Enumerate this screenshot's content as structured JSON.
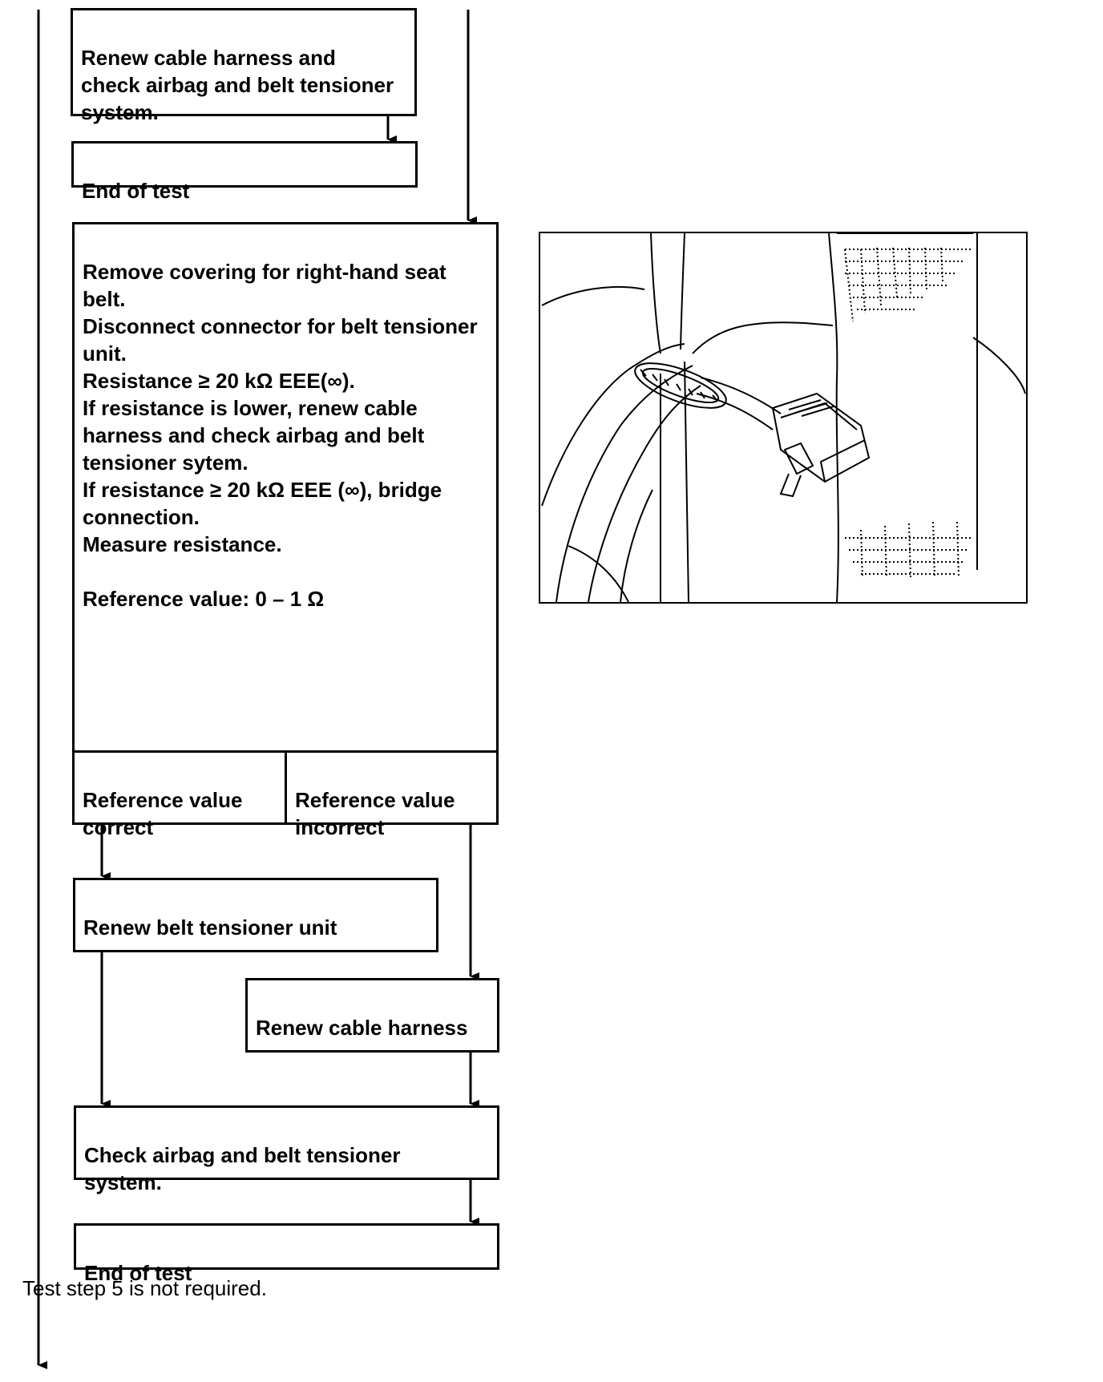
{
  "flowchart": {
    "box_renew_harness_top": "Renew cable harness and\ncheck airbag and belt tensioner\nsystem.",
    "box_end_top": "End of test",
    "box_main_instructions": "Remove covering for right-hand seat\nbelt.\nDisconnect connector for belt tensioner\nunit.\nResistance ≥ 20 kΩ EEE(∞).\nIf resistance is lower, renew cable\nharness and check airbag and belt\ntensioner sytem.\nIf resistance ≥ 20 kΩ EEE (∞), bridge\nconnection.\nMeasure resistance.\n\nReference value: 0 – 1 Ω",
    "branch_correct": "Reference value\ncorrect",
    "branch_incorrect": "Reference value\nincorrect",
    "box_renew_tensioner": "Renew belt tensioner unit",
    "box_renew_harness": "Renew cable harness",
    "box_check_system": "Check airbag and belt tensioner\nsystem.",
    "box_end_bottom": "End of test",
    "footer_note": "Test step 5 is not required."
  },
  "colors": {
    "line": "#000000",
    "background": "#ffffff"
  },
  "illustration": {
    "subject": "seat-belt-tensioner-connector-drawing"
  }
}
